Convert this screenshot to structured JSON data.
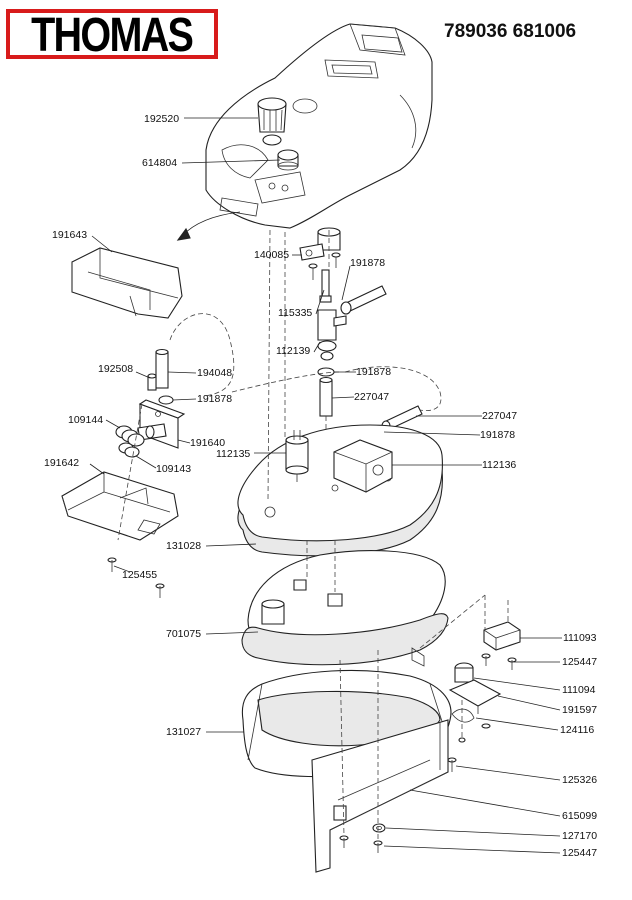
{
  "header": {
    "logo_text": "THOMAS",
    "doc_id": "789036 681006"
  },
  "colors": {
    "logo_border": "#d81b1b",
    "line": "#222222",
    "shade": "#e9e9e9"
  },
  "labels": {
    "p192520": "192520",
    "p614804": "614804",
    "p191643": "191643",
    "p140085": "140085",
    "p191878a": "191878",
    "p115335": "115335",
    "p112139": "112139",
    "p192508": "192508",
    "p194048": "194048",
    "p191878b": "191878",
    "p191878c": "191878",
    "p227047a": "227047",
    "p109144": "109144",
    "p191640": "191640",
    "p227047b": "227047",
    "p191878d": "191878",
    "p112135": "112135",
    "p109143": "109143",
    "p112136": "112136",
    "p191642": "191642",
    "p131028": "131028",
    "p125455": "125455",
    "p701075": "701075",
    "p111093": "111093",
    "p125447a": "125447",
    "p111094": "111094",
    "p191597": "191597",
    "p131027": "131027",
    "p124116": "124116",
    "p125326": "125326",
    "p615099": "615099",
    "p127170": "127170",
    "p125447b": "125447"
  }
}
